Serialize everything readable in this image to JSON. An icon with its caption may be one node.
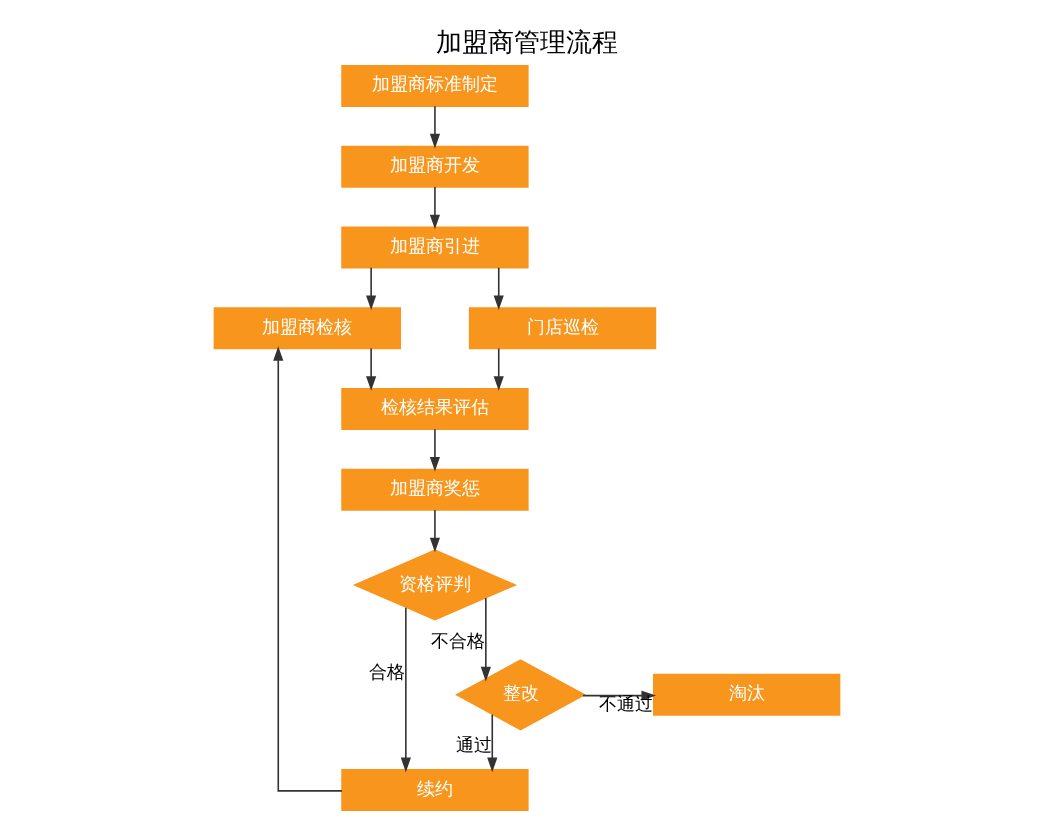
{
  "diagram": {
    "title": "加盟商管理流程",
    "nodes": [
      {
        "text": [
          "加盟商标准制定"
        ]
      },
      {
        "text": [
          "加盟商开发"
        ]
      },
      {
        "text": [
          "加盟商引进"
        ]
      },
      {
        "text": [
          "加盟商检核"
        ]
      },
      {
        "text": [
          "门店巡检"
        ]
      },
      {
        "text": [
          "检核结果评估"
        ]
      },
      {
        "text": [
          "加盟商奖惩"
        ]
      },
      {
        "text": [
          "资格评判"
        ]
      },
      {
        "text": [
          "续约"
        ]
      },
      {
        "text": [
          "整改"
        ]
      },
      {
        "text": [
          "淘汰"
        ]
      }
    ],
    "edges": [
      {
        "from": 0,
        "to": 1,
        "arrow": "to"
      },
      {
        "from": 1,
        "to": 2,
        "arrow": "to"
      },
      {
        "from": 2,
        "to": 3,
        "arrow": "to"
      },
      {
        "from": 2,
        "to": 4,
        "arrow": "to"
      },
      {
        "from": 3,
        "to": 5,
        "arrow": "to"
      },
      {
        "from": 4,
        "to": 5,
        "arrow": "to"
      },
      {
        "from": 5,
        "to": 6,
        "arrow": "to"
      },
      {
        "from": 6,
        "to": 7,
        "arrow": "to"
      },
      {
        "from": 7,
        "to": 8,
        "arrow": "to",
        "label": "合格"
      },
      {
        "from": 7,
        "to": 9,
        "arrow": "to",
        "label": "不合格"
      },
      {
        "from": 9,
        "to": 10,
        "arrow": "to",
        "label": "不通过"
      },
      {
        "from": 9,
        "to": 8,
        "arrow": "to",
        "label": "通过"
      },
      {
        "from": 8,
        "to": 3,
        "arrow": "to"
      }
    ]
  }
}
